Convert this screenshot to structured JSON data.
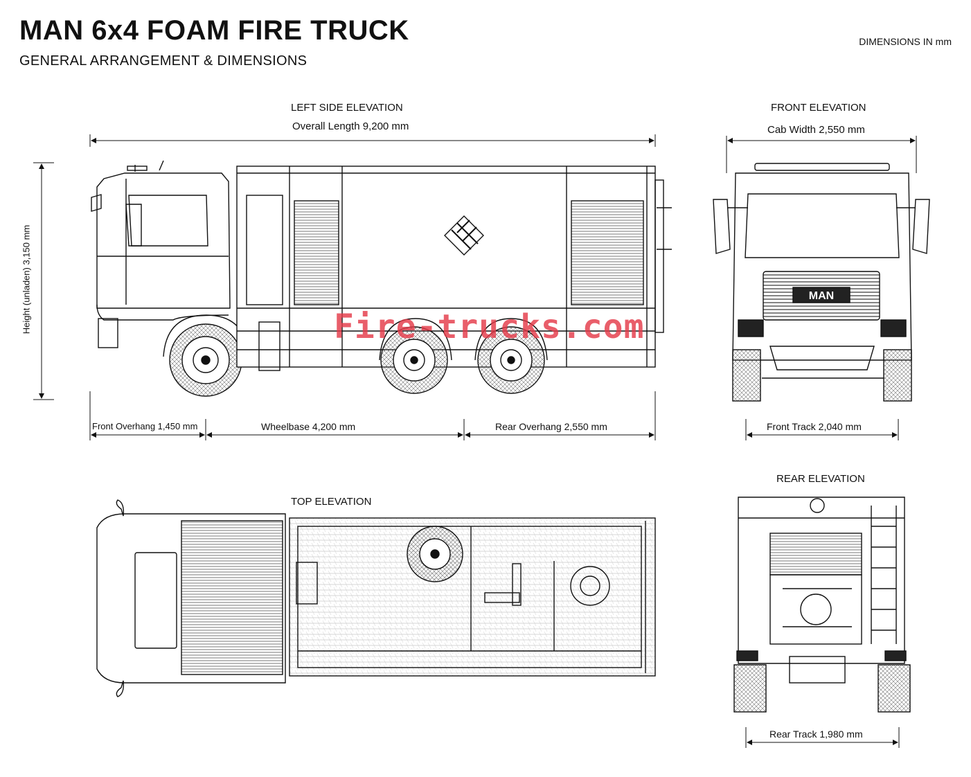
{
  "header": {
    "title": "MAN 6x4 FOAM FIRE TRUCK",
    "subtitle": "GENERAL ARRANGEMENT & DIMENSIONS",
    "units": "DIMENSIONS IN mm"
  },
  "views": {
    "left_side": "LEFT SIDE ELEVATION",
    "front": "FRONT ELEVATION",
    "top": "TOP ELEVATION",
    "rear": "REAR ELEVATION"
  },
  "dimensions": {
    "overall_length": "Overall Length 9,200 mm",
    "height": "Height (unladen) 3,150 mm",
    "front_overhang": "Front Overhang 1,450 mm",
    "wheelbase": "Wheelbase 4,200 mm",
    "rear_overhang": "Rear Overhang 2,550 mm",
    "cab_width": "Cab Width 2,550 mm",
    "front_track": "Front Track 2,040 mm",
    "rear_track": "Rear Track 1,980 mm"
  },
  "grille_badge": "MAN",
  "watermark": "Fire-trucks.com"
}
